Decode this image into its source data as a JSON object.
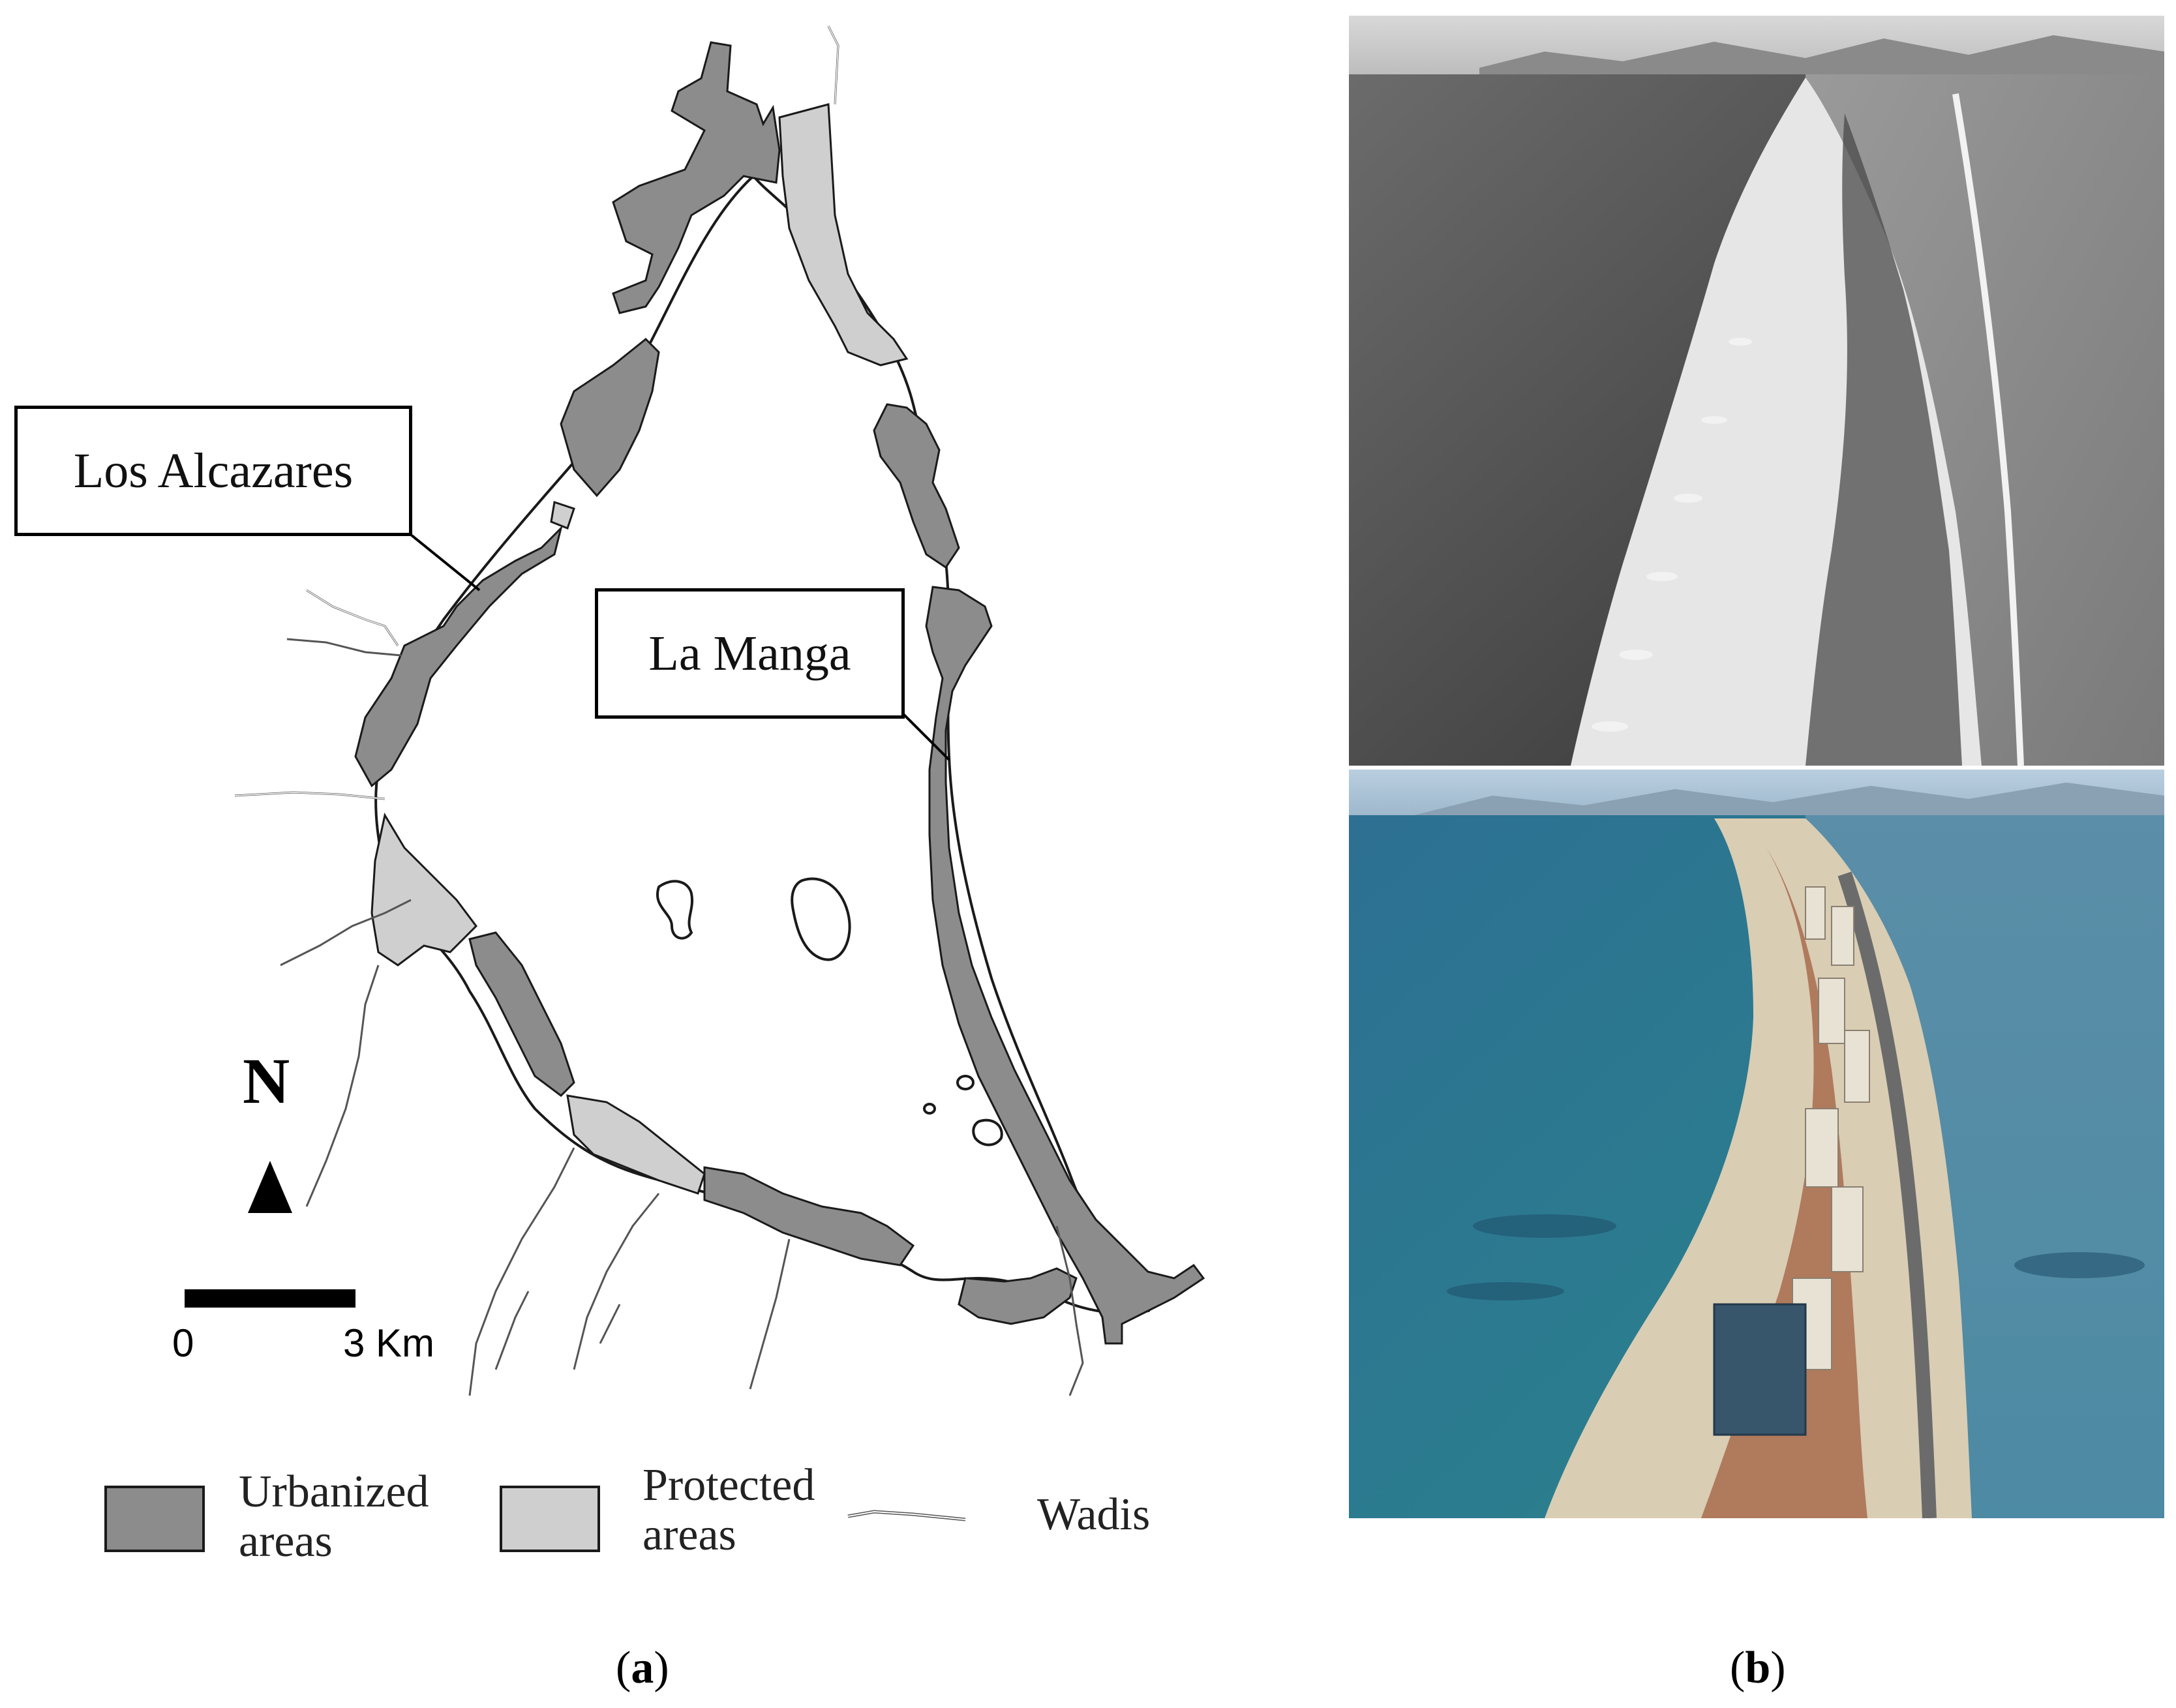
{
  "labels": {
    "los_alcazares": "Los Alcazares",
    "la_manga": "La Manga"
  },
  "north_arrow": {
    "letter": "N"
  },
  "scale_bar": {
    "start_label": "0",
    "end_label": "3 Km"
  },
  "legend": {
    "urbanized": {
      "line1": "Urbanized",
      "line2": "areas",
      "color": "#8c8c8c"
    },
    "protected": {
      "line1": "Protected",
      "line2": "areas",
      "color": "#cfcfcf"
    },
    "wadis": {
      "label": "Wadis"
    }
  },
  "captions": {
    "a": {
      "open": "(",
      "letter": "a",
      "close": ")"
    },
    "b": {
      "open": "(",
      "letter": "b",
      "close": ")"
    }
  },
  "photos": {
    "top": {
      "description_icon": "aerial-photo-historic-bw"
    },
    "bottom": {
      "description_icon": "aerial-photo-modern-color"
    }
  },
  "colors": {
    "urbanized": "#8c8c8c",
    "protected": "#cfcfcf",
    "outline": "#1a1a1a"
  }
}
